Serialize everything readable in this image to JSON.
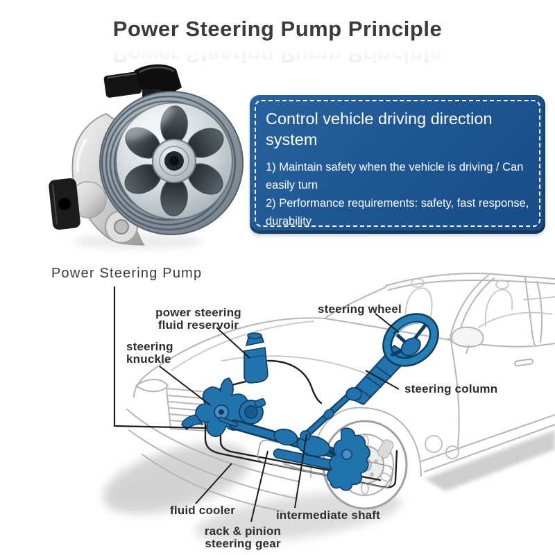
{
  "title": "Power Steering Pump Principle",
  "info_box": {
    "heading": "Control vehicle driving direction system",
    "point1": "1) Maintain safety when the vehicle is driving / Can easily turn",
    "point2": "2) Performance requirements: safety, fast response, durability"
  },
  "diagram": {
    "pump_caption": "Power Steering Pump",
    "labels": {
      "reservoir_line1": "power steering",
      "reservoir_line2": "fluid reservoir",
      "knuckle_line1": "steering",
      "knuckle_line2": "knuckle",
      "steering_wheel": "steering wheel",
      "steering_column": "steering column",
      "fluid_cooler": "fluid cooler",
      "rack_line1": "rack & pinion",
      "rack_line2": "steering gear",
      "intermediate_shaft": "intermediate shaft"
    }
  },
  "colors": {
    "info_box_blue": "#1d5492",
    "highlight_part_blue": "#2173ad",
    "part_outline_blue": "#0d3c60",
    "car_line_gray": "#b5b5b5",
    "label_text": "#2d2d2d",
    "title_text": "#3b3b3b"
  }
}
